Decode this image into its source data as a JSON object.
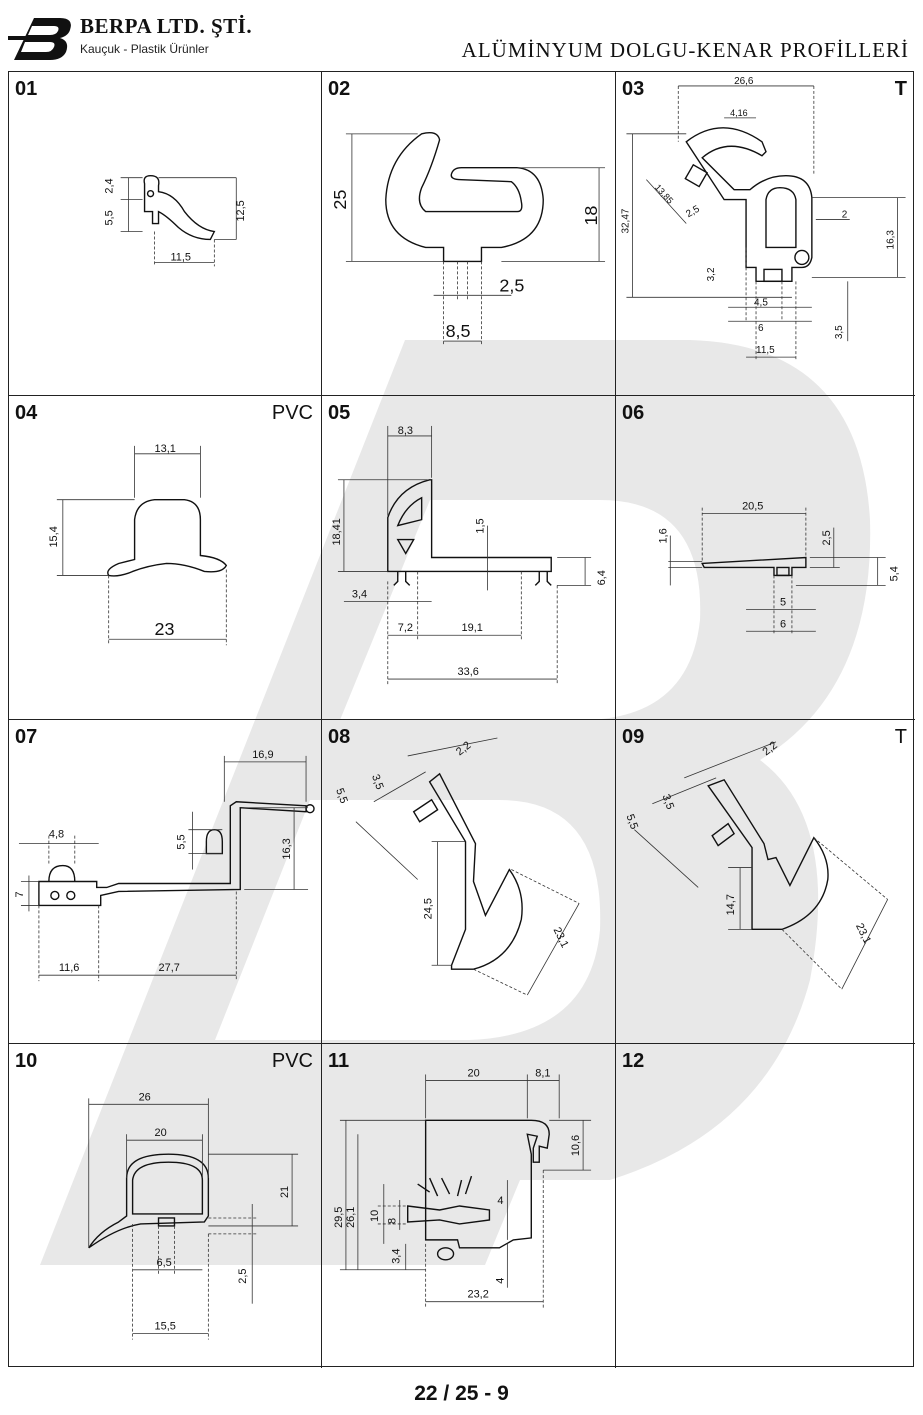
{
  "header": {
    "brand_name": "BERPA LTD. ŞTİ.",
    "brand_subtitle": "Kauçuk - Plastik Ürünler",
    "title": "ALÜMİNYUM DOLGU-KENAR PROFİLLERİ"
  },
  "cells": [
    {
      "number": "01",
      "tag": "",
      "dims": [
        "2,4",
        "5,5",
        "12,5",
        "11,5"
      ]
    },
    {
      "number": "02",
      "tag": "",
      "dims": [
        "25",
        "18",
        "2,5",
        "8,5"
      ]
    },
    {
      "number": "03",
      "tag": "T",
      "dims": [
        "26,6",
        "4,16",
        "32,47",
        "13,85",
        "2,5",
        "2",
        "16,3",
        "3,2",
        "4,5",
        "6",
        "3,5",
        "11,5"
      ]
    },
    {
      "number": "04",
      "tag": "PVC",
      "dims": [
        "13,1",
        "15,4",
        "23"
      ]
    },
    {
      "number": "05",
      "tag": "",
      "dims": [
        "8,3",
        "18,41",
        "1,5",
        "6,4",
        "3,4",
        "7,2",
        "19,1",
        "33,6"
      ]
    },
    {
      "number": "06",
      "tag": "",
      "dims": [
        "20,5",
        "1,6",
        "2,5",
        "5,4",
        "5",
        "6"
      ]
    },
    {
      "number": "07",
      "tag": "",
      "dims": [
        "16,9",
        "4,8",
        "5,5",
        "16,3",
        "7",
        "11,6",
        "27,7"
      ]
    },
    {
      "number": "08",
      "tag": "",
      "dims": [
        "2,2",
        "3,5",
        "5,5",
        "24,5",
        "23,1"
      ]
    },
    {
      "number": "09",
      "tag": "T",
      "dims": [
        "2,2",
        "3,5",
        "5,5",
        "14,7",
        "23,1"
      ]
    },
    {
      "number": "10",
      "tag": "PVC",
      "dims": [
        "26",
        "20",
        "21",
        "6,5",
        "2,5",
        "15,5"
      ]
    },
    {
      "number": "11",
      "tag": "",
      "dims": [
        "20",
        "8,1",
        "10,6",
        "29,5",
        "26,1",
        "4",
        "10",
        "8",
        "3,4",
        "4",
        "23,2"
      ]
    },
    {
      "number": "12",
      "tag": "",
      "dims": []
    }
  ],
  "footer": {
    "page_number": "22 / 25 - 9"
  },
  "colors": {
    "ink": "#111111",
    "watermark": "#e8e8e8"
  }
}
